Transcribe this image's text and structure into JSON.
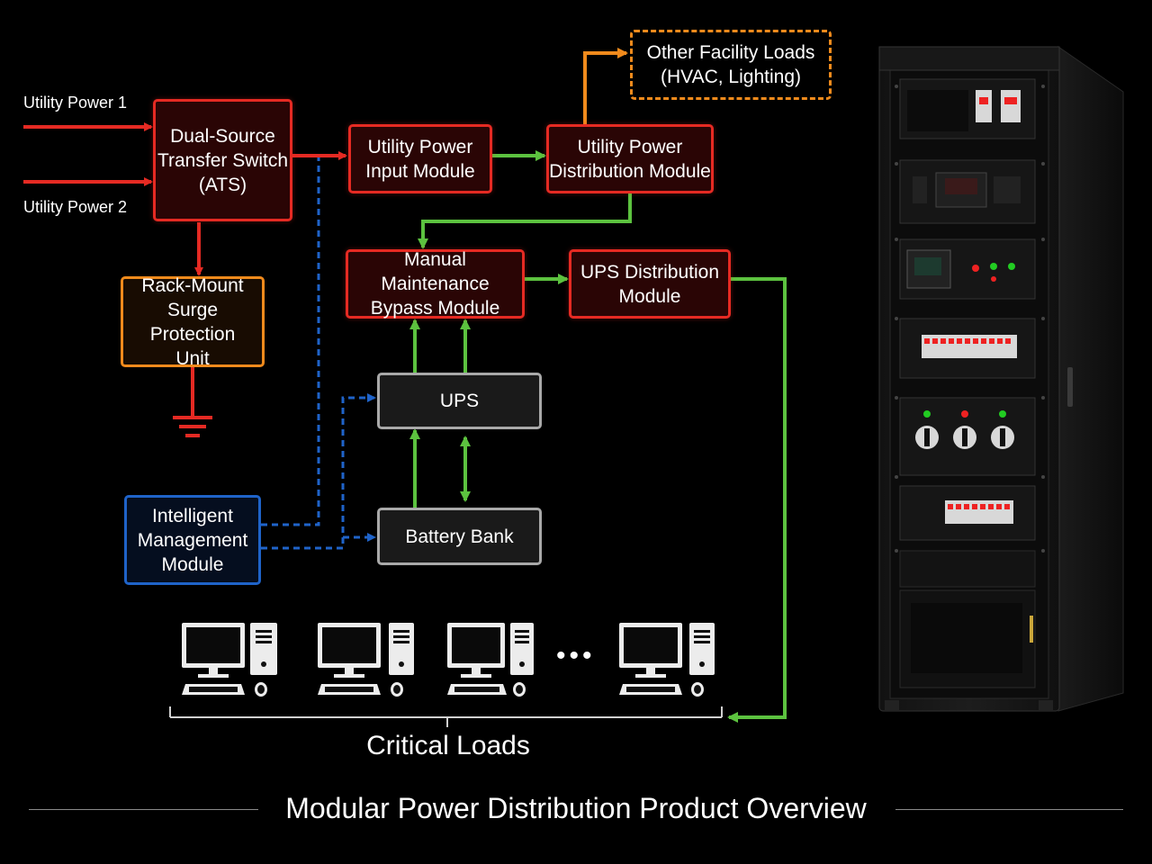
{
  "sources": {
    "utility_power_1": "Utility Power 1",
    "utility_power_2": "Utility Power 2"
  },
  "modules": {
    "ats": "Dual-Source\nTransfer Switch\n(ATS)",
    "surge": "Rack-Mount\nSurge Protection\nUnit",
    "utility_input": "Utility Power\nInput Module",
    "utility_distribution": "Utility Power\nDistribution Module",
    "other_loads": "Other Facility Loads\n(HVAC, Lighting)",
    "bypass": "Manual Maintenance\nBypass Module",
    "ups_distribution": "UPS Distribution\nModule",
    "ups": "UPS",
    "battery": "Battery Bank",
    "intelligent_mgmt": "Intelligent\nManagement\nModule"
  },
  "loads": {
    "label": "Critical Loads",
    "ellipsis": "•••"
  },
  "footer": {
    "title": "Modular Power Distribution Product Overview"
  },
  "colors": {
    "red": "#e52a23",
    "green": "#5cc23f",
    "orange": "#f08a1c",
    "blue": "#1f63c9",
    "grey": "#a9a9a9"
  }
}
